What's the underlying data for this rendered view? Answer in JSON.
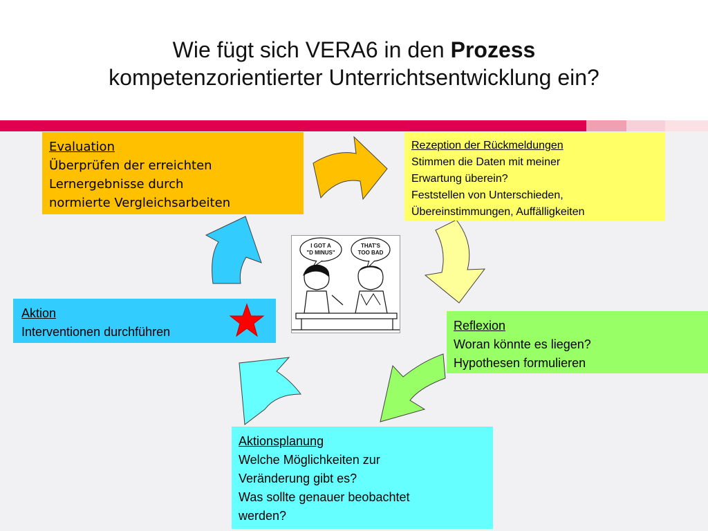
{
  "title": {
    "line1_prefix": "Wie fügt sich VERA6 in den ",
    "line1_bold": "Prozess",
    "line2": "kompetenzorientierter Unterrichtsentwicklung ein?"
  },
  "colors": {
    "band_main": "#e0004f",
    "band_light1": "#f0a0b0",
    "band_light2": "#f8d0d8",
    "band_light3": "#fbe0e4",
    "evaluation": "#ffc000",
    "rezeption": "#ffff66",
    "reflexion": "#99ff66",
    "aktionsplanung": "#66ffff",
    "aktion": "#33ccff"
  },
  "boxes": {
    "evaluation": {
      "heading": "Evaluation",
      "lines": [
        "Überprüfen der erreichten",
        "Lernergebnisse durch",
        "normierte Vergleichsarbeiten"
      ]
    },
    "rezeption": {
      "heading": "Rezeption der Rückmeldungen",
      "lines": [
        "Stimmen die Daten mit meiner",
        "Erwartung überein?",
        "Feststellen von Unterschieden,",
        "Übereinstimmungen, Auffälligkeiten"
      ]
    },
    "reflexion": {
      "heading": "Reflexion",
      "lines": [
        "Woran könnte es liegen?",
        "Hypothesen formulieren"
      ]
    },
    "aktionsplanung": {
      "heading": "Aktionsplanung",
      "lines": [
        "Welche Möglichkeiten zur",
        "Veränderung gibt es?",
        "Was sollte genauer beobachtet",
        "werden?"
      ]
    },
    "aktion": {
      "heading": "Aktion",
      "lines": [
        "Interventionen durchführen"
      ]
    }
  },
  "comic": {
    "bubble_left": [
      "I GOT A",
      "\"D MINUS\""
    ],
    "bubble_right": [
      "THAT'S",
      "TOO BAD"
    ]
  },
  "icons": {
    "star": "star-icon",
    "arrows": [
      "curved-arrow-icon"
    ]
  }
}
